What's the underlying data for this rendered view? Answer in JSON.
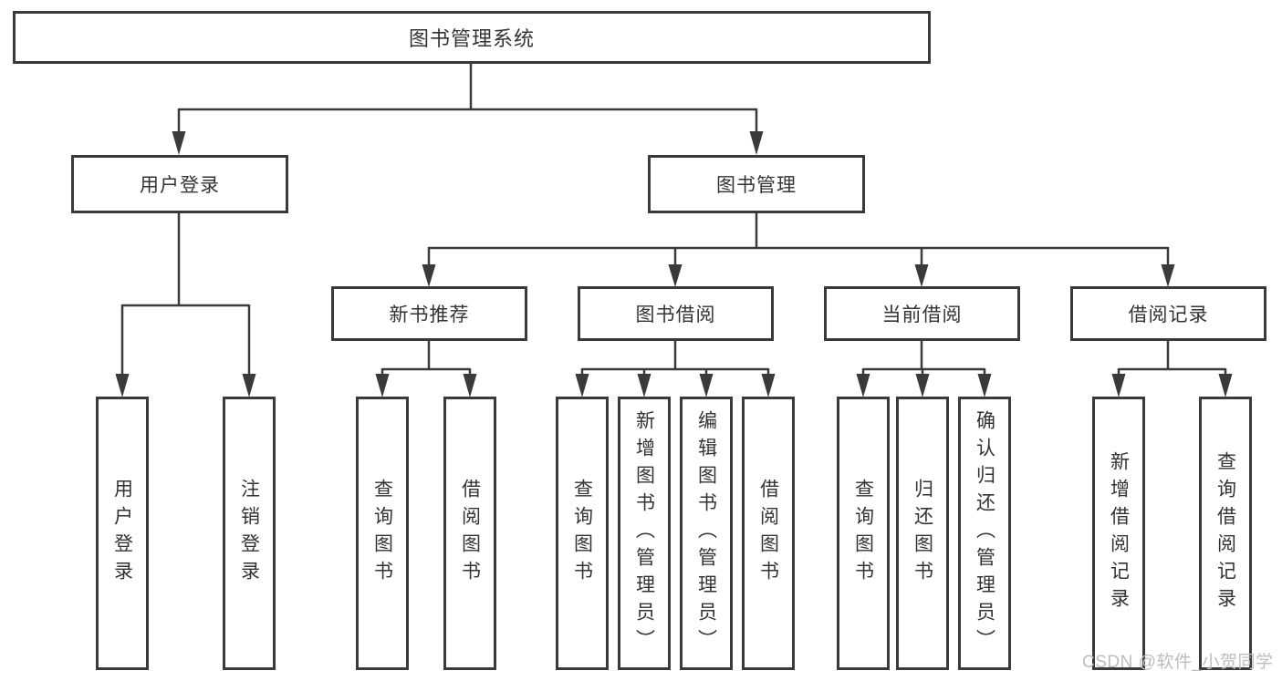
{
  "diagram": {
    "root": {
      "label": "图书管理系统"
    },
    "level2": [
      {
        "label": "用户登录"
      },
      {
        "label": "图书管理"
      }
    ],
    "level3": [
      {
        "label": "新书推荐"
      },
      {
        "label": "图书借阅"
      },
      {
        "label": "当前借阅"
      },
      {
        "label": "借阅记录"
      }
    ],
    "leaves": {
      "user_login": [
        {
          "label": "用户登录"
        },
        {
          "label": "注销登录"
        }
      ],
      "new_book_recommend": [
        {
          "label": "查询图书"
        },
        {
          "label": "借阅图书"
        }
      ],
      "book_borrow": [
        {
          "label": "查询图书"
        },
        {
          "label": "新增图书（管理员）"
        },
        {
          "label": "编辑图书（管理员）"
        },
        {
          "label": "借阅图书"
        }
      ],
      "current_borrow": [
        {
          "label": "查询图书"
        },
        {
          "label": "归还图书"
        },
        {
          "label": "确认归还（管理员）"
        }
      ],
      "borrow_record": [
        {
          "label": "新增借阅记录"
        },
        {
          "label": "查询借阅记录"
        }
      ]
    }
  },
  "watermark": {
    "text": "CSDN @软件_小贺同学"
  },
  "colors": {
    "line": "#3a3a3a",
    "text": "#333333",
    "watermark": "#bdbdbd",
    "background": "#ffffff"
  }
}
